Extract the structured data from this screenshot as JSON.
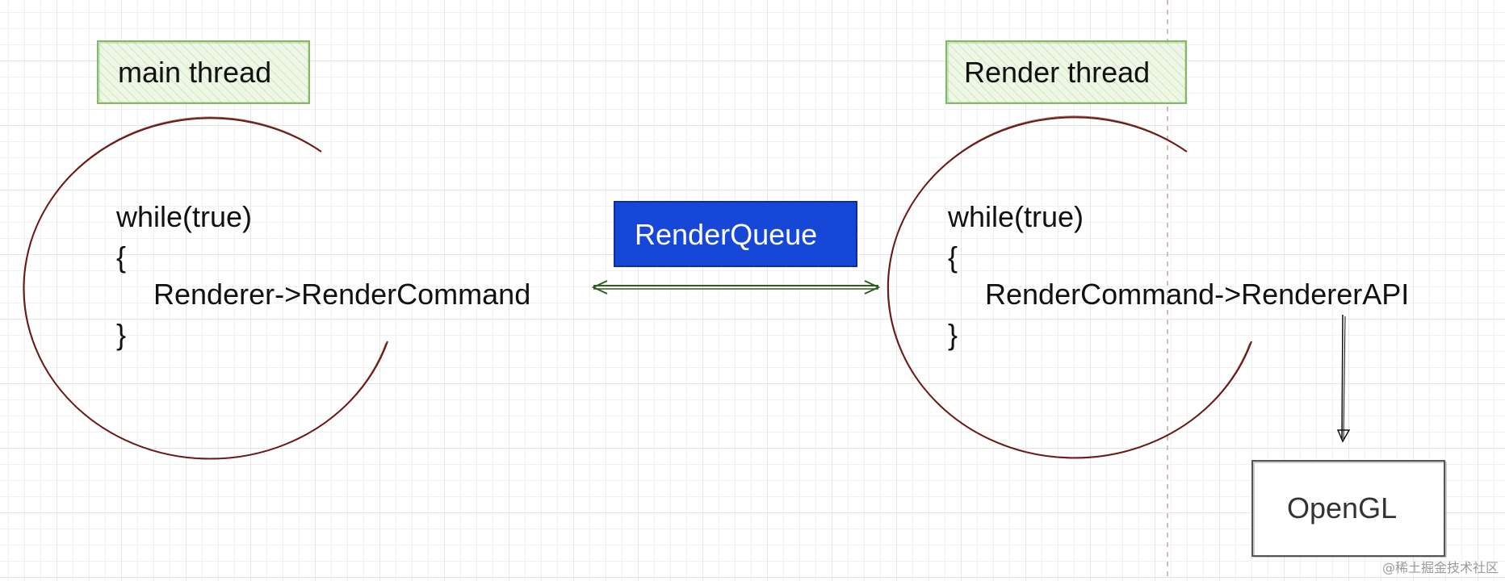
{
  "colors": {
    "loop_circle": "#6b1a14",
    "thread_box_fill": "#eef6e6",
    "thread_box_stroke": "#82b866",
    "render_queue_fill": "#1747d6",
    "render_queue_stroke": "#0d2f9e",
    "double_arrow": "#2e5e1e",
    "opengl_stroke": "#555555",
    "down_arrow": "#111111"
  },
  "main_thread": {
    "label": "main thread",
    "code": {
      "line1": "while(true)",
      "line2": "{",
      "line3": "Renderer->RenderCommand",
      "line4": "}"
    }
  },
  "render_thread": {
    "label": "Render thread",
    "code": {
      "line1": "while(true)",
      "line2": "{",
      "line3": "RenderCommand->RendererAPI",
      "line4": "}"
    }
  },
  "render_queue": {
    "label": "RenderQueue"
  },
  "opengl": {
    "label": "OpenGL"
  },
  "watermark": "@稀土掘金技术社区"
}
